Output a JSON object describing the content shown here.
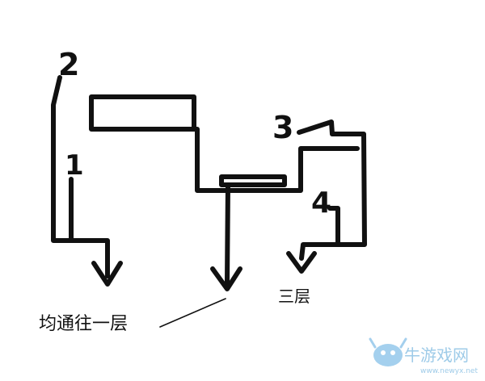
{
  "labels": {
    "path_1": "1",
    "path_2": "2",
    "path_3": "3",
    "path_4": "4"
  },
  "captions": {
    "all_to_first_floor": "均通往一层",
    "third_floor": "三层"
  },
  "watermark": {
    "name": "牛游戏网",
    "url": "www.newyx.net"
  },
  "colors": {
    "ink": "#111111",
    "watermark_text": "#9ecbe8",
    "watermark_mascot": "#5aa9e0"
  }
}
